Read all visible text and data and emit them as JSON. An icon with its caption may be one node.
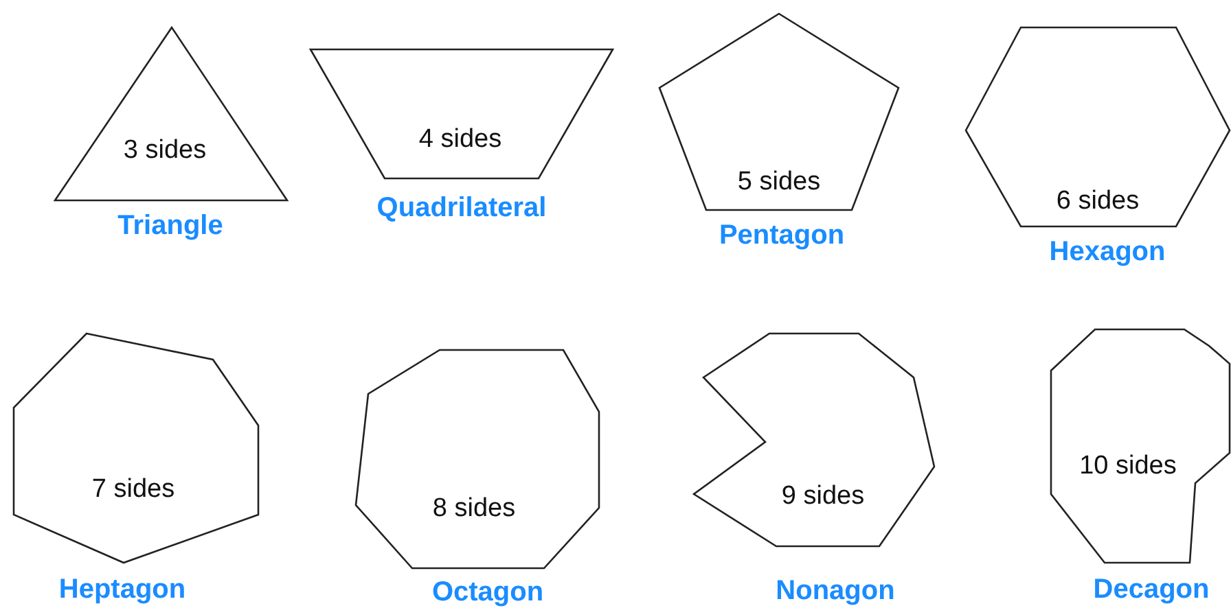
{
  "diagram": {
    "nodes": [
      {
        "text": [
          "3 sides"
        ],
        "beside": [
          "Triangle"
        ]
      },
      {
        "text": [
          "4 sides"
        ],
        "beside": [
          "Quadrilateral"
        ]
      },
      {
        "text": [
          "5 sides"
        ],
        "beside": [
          "Pentagon"
        ]
      },
      {
        "text": [
          "6 sides"
        ],
        "beside": [
          "Hexagon"
        ]
      },
      {
        "text": [
          "7 sides"
        ],
        "beside": [
          "Heptagon"
        ]
      },
      {
        "text": [
          "8 sides"
        ],
        "beside": [
          "Octagon"
        ]
      },
      {
        "text": [
          "9 sides"
        ],
        "beside": [
          "Nonagon"
        ]
      },
      {
        "text": [
          "10 sides"
        ],
        "beside": [
          "Decagon"
        ]
      }
    ]
  }
}
